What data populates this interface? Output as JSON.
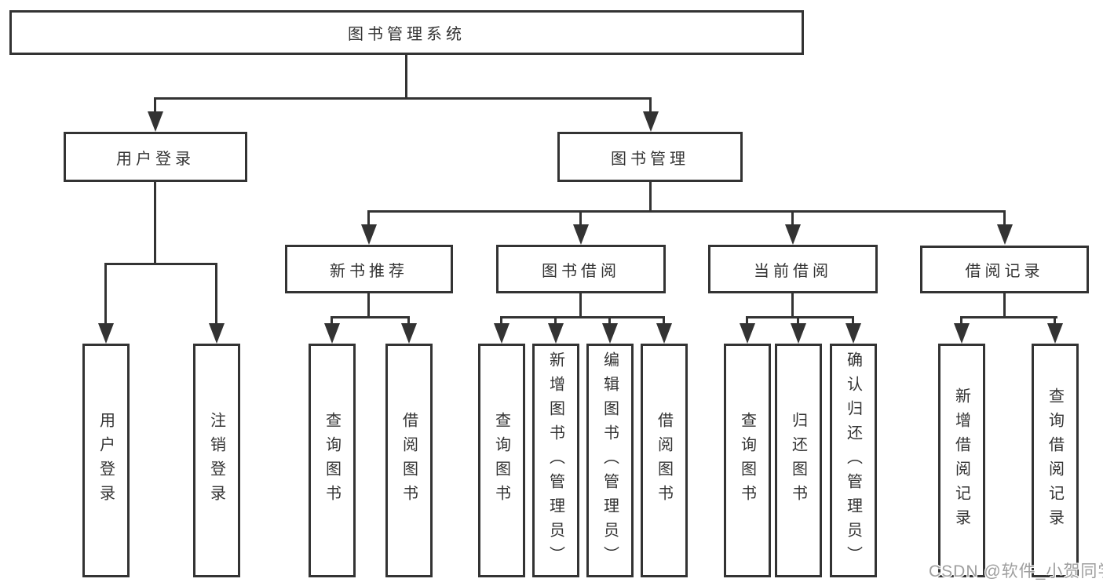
{
  "diagram": {
    "type": "hierarchy-tree",
    "line_color": "#333333",
    "box_border_color": "#333333",
    "background_color": "#ffffff",
    "text_color": "#333333"
  },
  "tree": {
    "label": "图书管理系统",
    "children": [
      {
        "label": "用户登录",
        "children": [
          {
            "label": "用户登录"
          },
          {
            "label": "注销登录"
          }
        ]
      },
      {
        "label": "图书管理",
        "children": [
          {
            "label": "新书推荐",
            "children": [
              {
                "label": "查询图书"
              },
              {
                "label": "借阅图书"
              }
            ]
          },
          {
            "label": "图书借阅",
            "children": [
              {
                "label": "查询图书"
              },
              {
                "label": "新增图书（管理员）"
              },
              {
                "label": "编辑图书（管理员）"
              },
              {
                "label": "借阅图书"
              }
            ]
          },
          {
            "label": "当前借阅",
            "children": [
              {
                "label": "查询图书"
              },
              {
                "label": "归还图书"
              },
              {
                "label": "确认归还（管理员）"
              }
            ]
          },
          {
            "label": "借阅记录",
            "children": [
              {
                "label": "新增借阅记录"
              },
              {
                "label": "查询借阅记录"
              }
            ]
          }
        ]
      }
    ]
  },
  "watermark": {
    "text": "CSDN @软件_小贺同学",
    "color": "#9e9e9e"
  }
}
